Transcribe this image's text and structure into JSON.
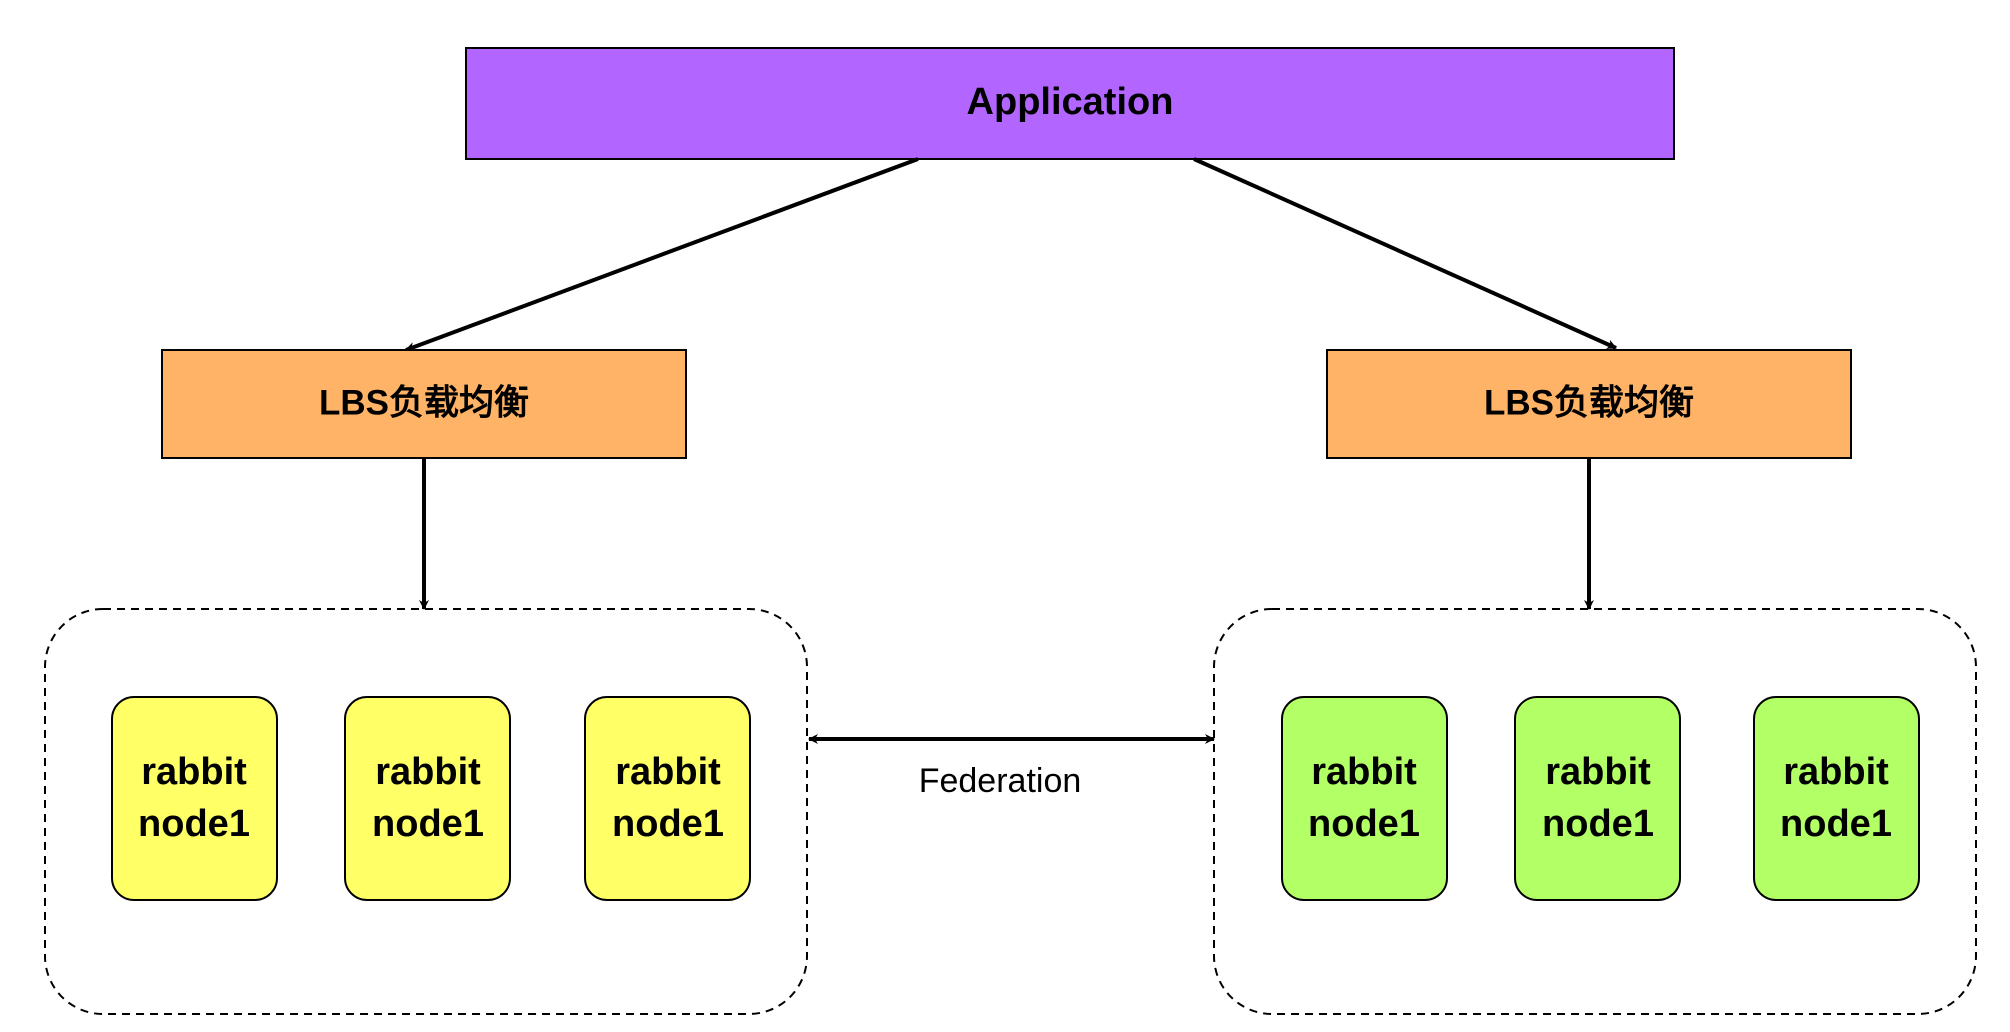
{
  "application": {
    "label": "Application",
    "fill": "#b266ff"
  },
  "load_balancers": [
    {
      "label": "LBS负载均衡",
      "fill": "#ffb366"
    },
    {
      "label": "LBS负载均衡",
      "fill": "#ffb366"
    }
  ],
  "clusters": [
    {
      "node_fill": "#ffff66",
      "nodes": [
        {
          "line1": "rabbit",
          "line2": "node1"
        },
        {
          "line1": "rabbit",
          "line2": "node1"
        },
        {
          "line1": "rabbit",
          "line2": "node1"
        }
      ]
    },
    {
      "node_fill": "#b3ff66",
      "nodes": [
        {
          "line1": "rabbit",
          "line2": "node1"
        },
        {
          "line1": "rabbit",
          "line2": "node1"
        },
        {
          "line1": "rabbit",
          "line2": "node1"
        }
      ]
    }
  ],
  "federation": {
    "label": "Federation"
  }
}
